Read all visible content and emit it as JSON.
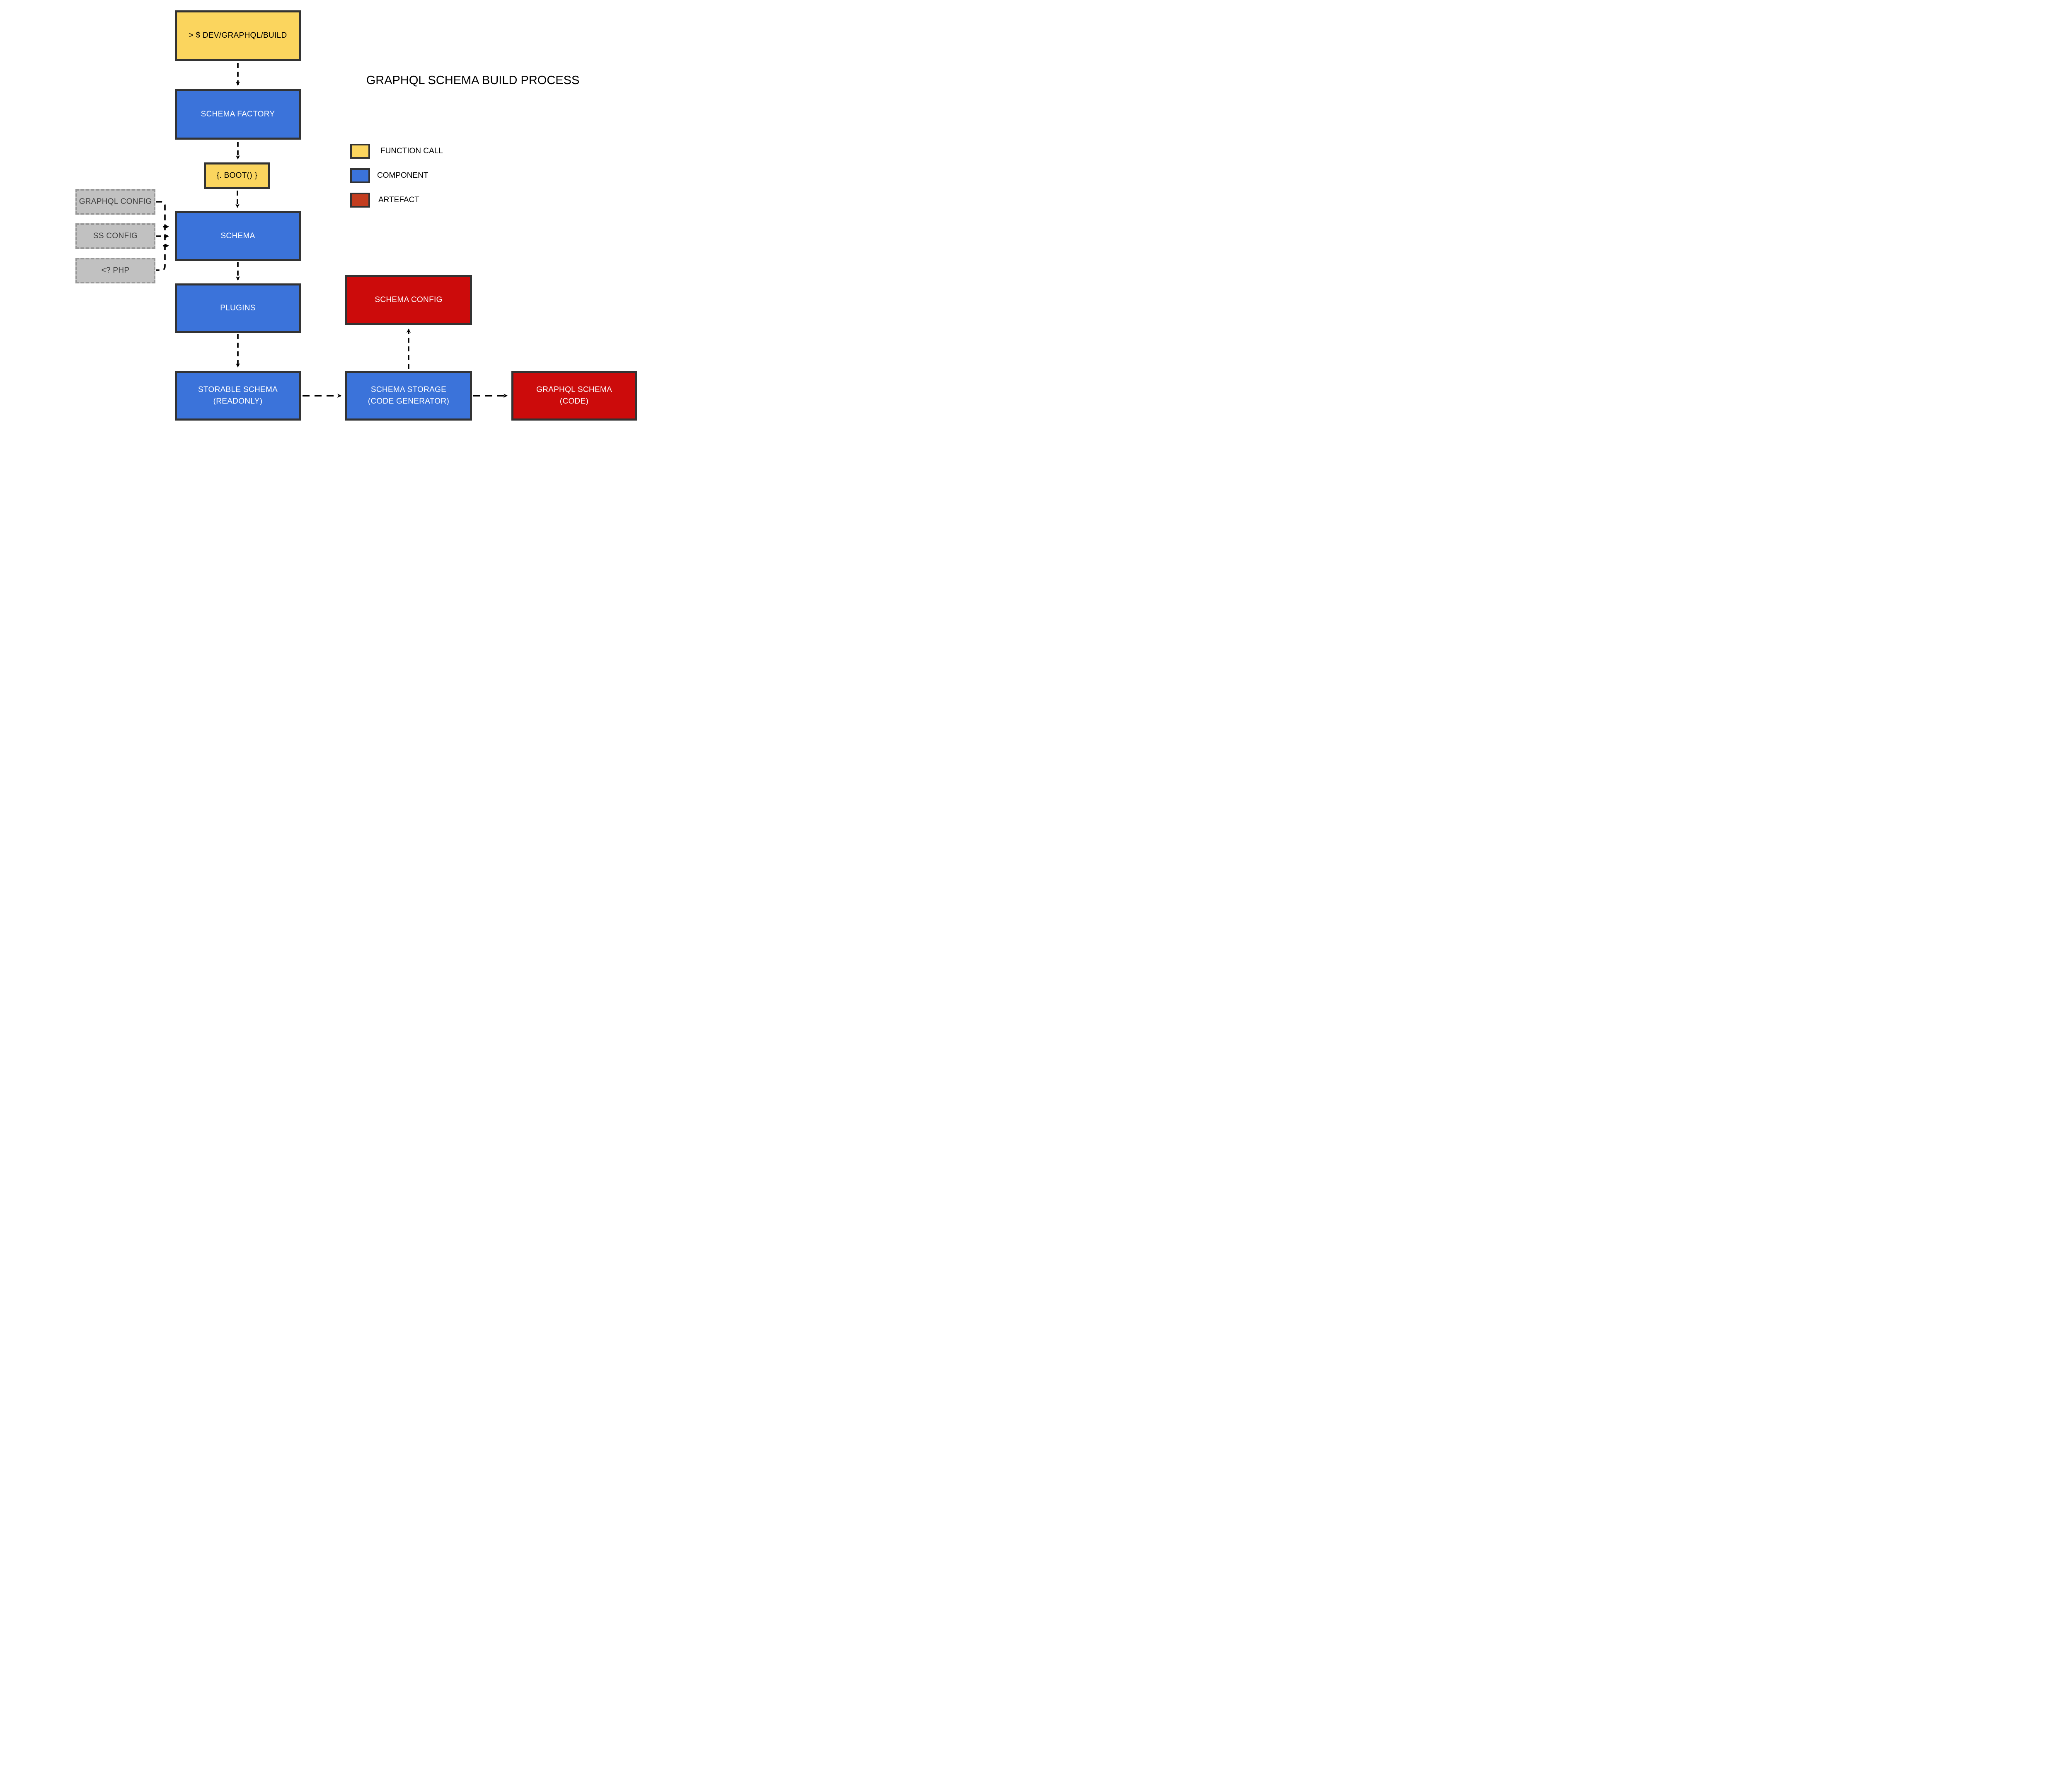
{
  "title": "GRAPHQL SCHEMA BUILD PROCESS",
  "nodes": {
    "cmd": {
      "label": "> $ DEV/GRAPHQL/BUILD",
      "type": "function-call"
    },
    "factory": {
      "label": "SCHEMA FACTORY",
      "type": "component"
    },
    "boot": {
      "label": "{.  BOOT() }",
      "type": "function-call"
    },
    "graphql_config": {
      "label": "GRAPHQL CONFIG",
      "type": "config-input"
    },
    "ss_config": {
      "label": "SS CONFIG",
      "type": "config-input"
    },
    "php": {
      "label": "<? PHP",
      "type": "config-input"
    },
    "schema": {
      "label": "SCHEMA",
      "type": "component"
    },
    "plugins": {
      "label": "PLUGINS",
      "type": "component"
    },
    "storable": {
      "label": "STORABLE SCHEMA",
      "sublabel": "(READONLY)",
      "type": "component"
    },
    "storage": {
      "label": "SCHEMA STORAGE",
      "sublabel": "(CODE GENERATOR)",
      "type": "component"
    },
    "graphql_schema": {
      "label": "GRAPHQL SCHEMA",
      "sublabel": "(CODE)",
      "type": "artefact"
    },
    "schema_config": {
      "label": "SCHEMA CONFIG",
      "type": "artefact"
    }
  },
  "legend": {
    "items": [
      {
        "label": "FUNCTION CALL",
        "color": "#FBD55E"
      },
      {
        "label": "COMPONENT",
        "color": "#3B73DA"
      },
      {
        "label": "ARTEFACT",
        "color": "#C33D1F"
      }
    ]
  },
  "colors": {
    "function_call": "#FBD55E",
    "component": "#3B73DA",
    "artefact_box": "#CC0B0B",
    "artefact_legend": "#C33D1F",
    "config_file": "#C1C1C1",
    "box_border": "#333333",
    "connector": "#000000",
    "background": "#FFFFFF"
  }
}
